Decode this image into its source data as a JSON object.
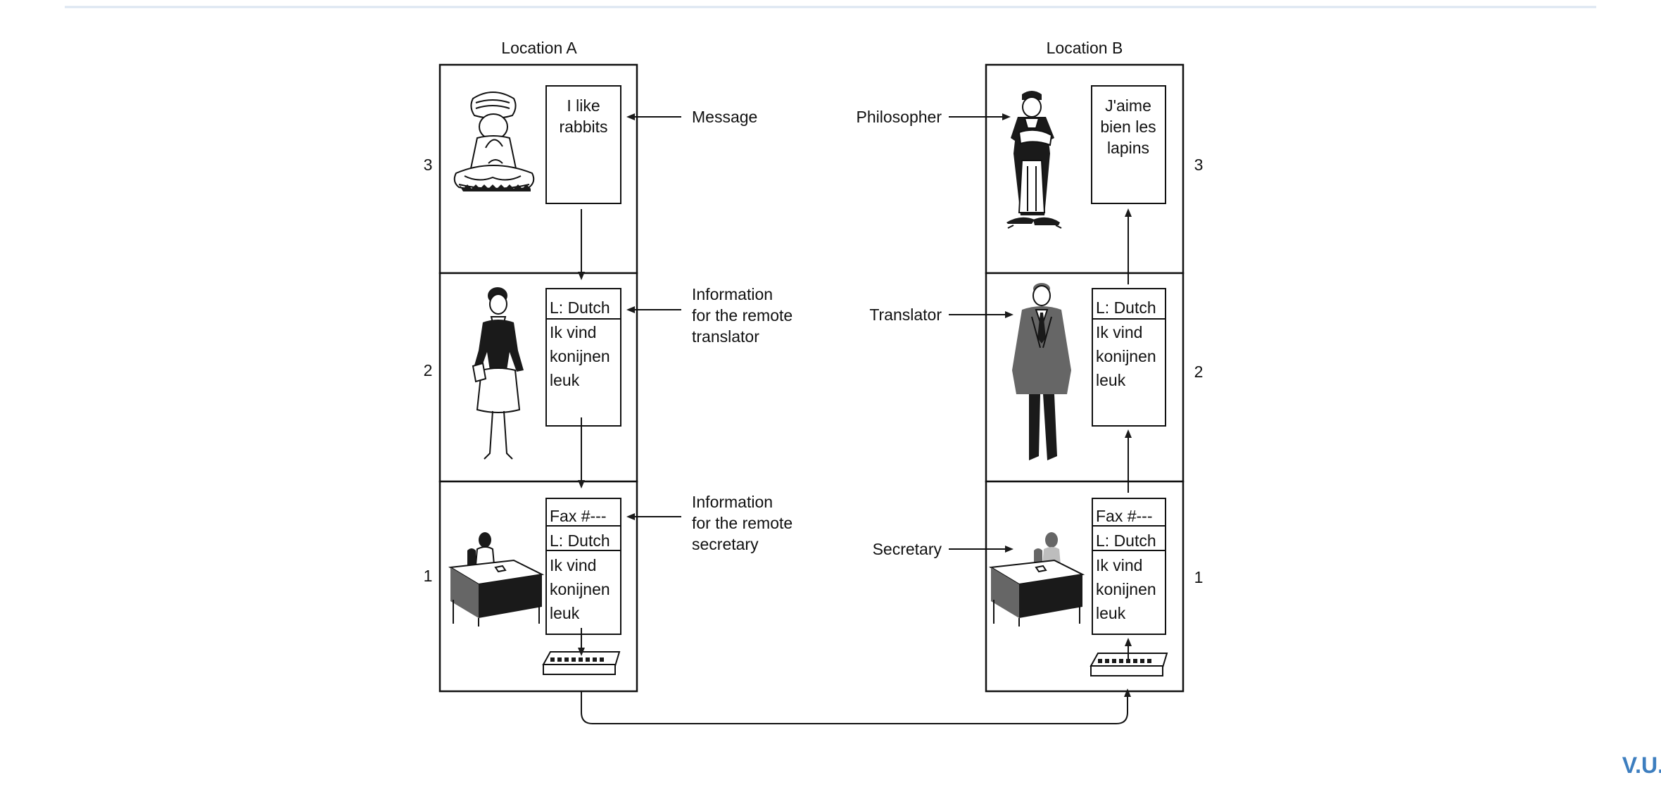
{
  "diagram": {
    "locations": [
      {
        "id": "a",
        "label": "Location A"
      },
      {
        "id": "b",
        "label": "Location B"
      }
    ],
    "layer_numbers": {
      "a": [
        "3",
        "2",
        "1"
      ],
      "b": [
        "3",
        "2",
        "1"
      ]
    },
    "message_box_a": {
      "lines": [
        "I like",
        "rabbits"
      ]
    },
    "message_box_b": {
      "lines": [
        "J'aime",
        "bien les",
        "lapins"
      ]
    },
    "translator_box": {
      "header": "L: Dutch",
      "body": [
        "Ik vind",
        "konijnen",
        "leuk"
      ]
    },
    "secretary_box": {
      "header1": "Fax #---",
      "header2": "L: Dutch",
      "body": [
        "Ik vind",
        "konijnen",
        "leuk"
      ]
    },
    "callouts_a": [
      {
        "id": "message",
        "lines": [
          "Message"
        ]
      },
      {
        "id": "translator-info",
        "lines": [
          "Information",
          "for the remote",
          "translator"
        ]
      },
      {
        "id": "secretary-info",
        "lines": [
          "Information",
          "for the remote",
          "secretary"
        ]
      }
    ],
    "callouts_b": [
      {
        "id": "philosopher",
        "label": "Philosopher"
      },
      {
        "id": "translator",
        "label": "Translator"
      },
      {
        "id": "secretary",
        "label": "Secretary"
      }
    ]
  },
  "footer": {
    "mark": "V.U."
  },
  "colors": {
    "divider": "#dbe5f1",
    "footer": "#3d7ebf",
    "ink": "#111111"
  }
}
